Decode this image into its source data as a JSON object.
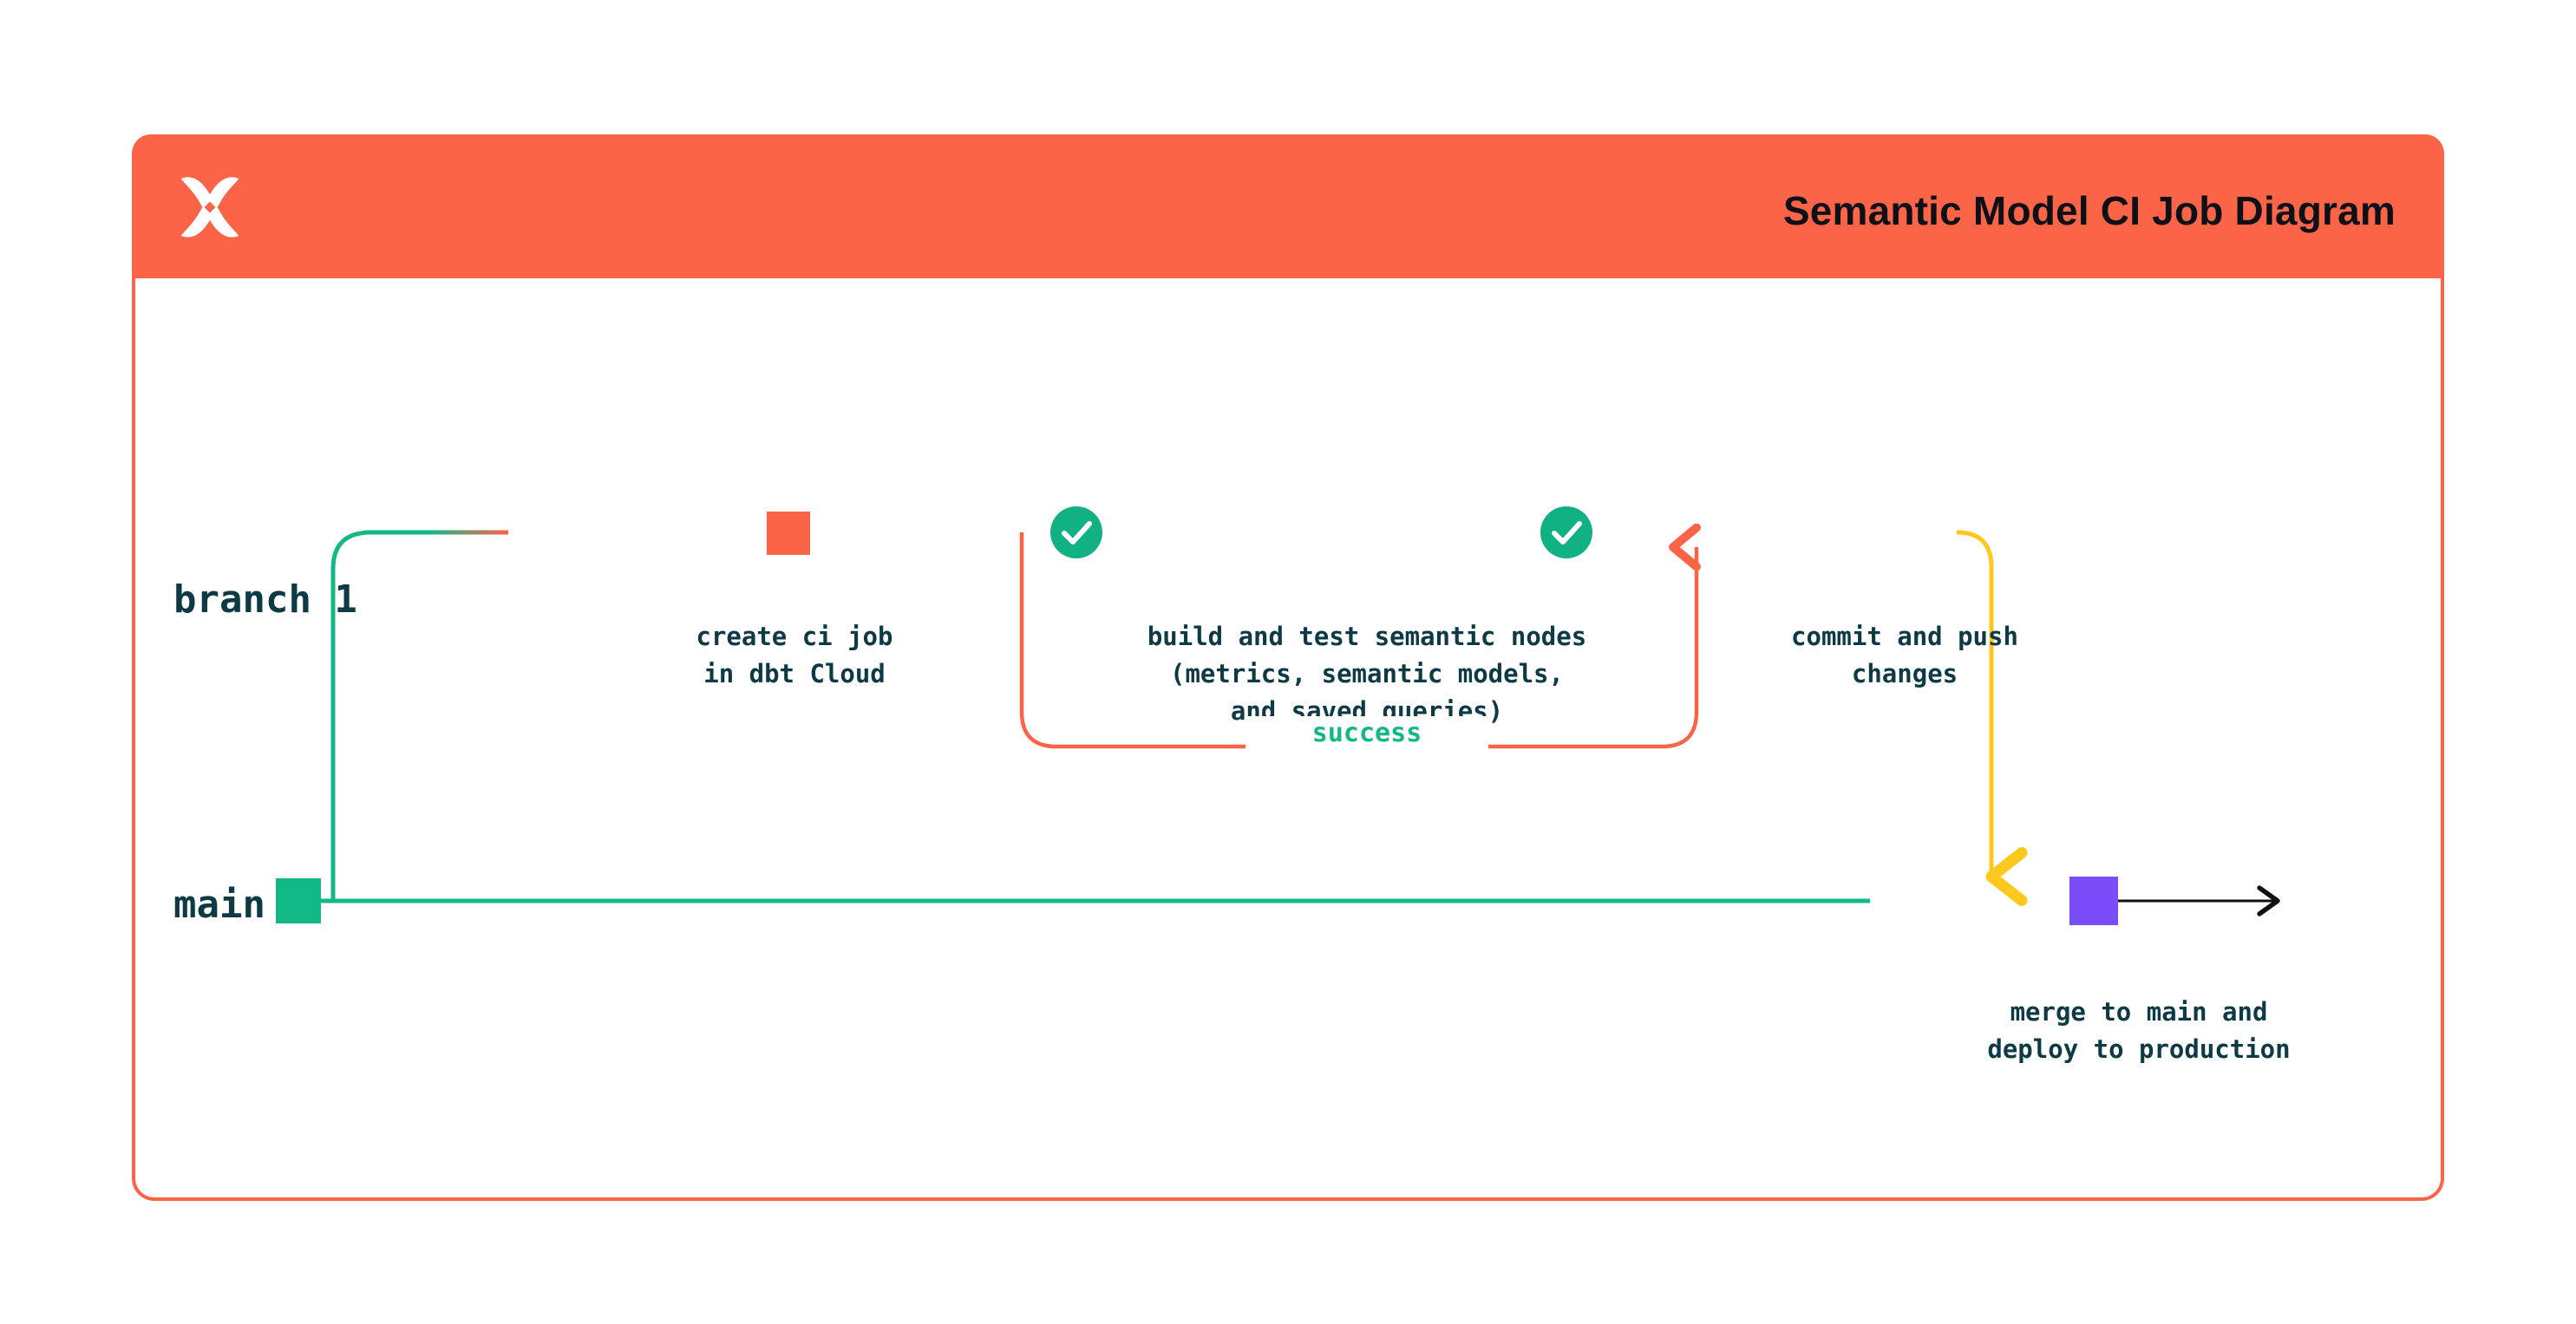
{
  "header": {
    "title": "Semantic Model CI Job Diagram",
    "logo_icon": "dbt-x-logo-icon",
    "background_color": "#fc6447"
  },
  "colors": {
    "header_orange": "#fc6447",
    "branch_orange": "#fc6447",
    "main_green": "#12b886",
    "merge_yellow": "#ffc81f",
    "node_purple": "#7b4dfa",
    "text_navy": "#0e3a45",
    "success_green": "#12b886",
    "check_circle_green": "#12b183",
    "arrow_black": "#111111",
    "card_background": "#ffffff"
  },
  "lanes": [
    {
      "id": "branch-1",
      "label": "branch 1",
      "color": "#fc6447"
    },
    {
      "id": "main",
      "label": "main",
      "color": "#12b886"
    }
  ],
  "nodes": [
    {
      "id": "create-ci-job",
      "lane": "branch-1",
      "marker": "square",
      "marker_color": "#fc6447",
      "caption": "create ci job\nin dbt Cloud"
    },
    {
      "id": "build-and-test",
      "lane": "branch-1",
      "marker": "check-circle",
      "marker_color": "#12b183",
      "caption": "build and test semantic nodes\n(metrics, semantic models,\nand saved queries)"
    },
    {
      "id": "commit-and-push",
      "lane": "branch-1",
      "marker": "check-circle",
      "marker_color": "#12b183",
      "caption": "commit and push\nchanges"
    },
    {
      "id": "merge-to-main",
      "lane": "main",
      "marker": "square",
      "marker_color": "#7b4dfa",
      "caption": "merge to main and\ndeploy to production"
    }
  ],
  "edges": {
    "loop_label": "success",
    "loop_label_color": "#12b886",
    "branch_start_marker": "square",
    "main_start_marker": "square",
    "merge_arrow_color": "#ffc81f",
    "terminal_arrow_color": "#111111"
  }
}
